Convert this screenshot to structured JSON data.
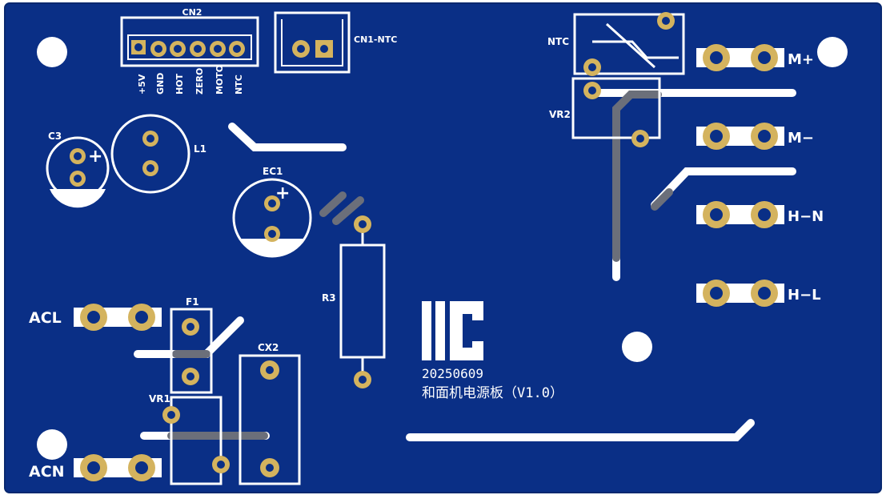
{
  "colors": {
    "board": "#0a2f86",
    "silk": "#ffffff",
    "pad": "#d4b35e",
    "trace_grey": "#6b6f7a"
  },
  "labels": {
    "cn2": "CN2",
    "cn2_pins": [
      "+5V",
      "GND",
      "HOT",
      "ZERO",
      "MOTO",
      "NTC"
    ],
    "cn1": "CN1-NTC",
    "ntc": "NTC",
    "vr2": "VR2",
    "c3": "C3",
    "l1": "L1",
    "ec1": "EC1",
    "r3": "R3",
    "f1": "F1",
    "cx2": "CX2",
    "vr1": "VR1",
    "acl": "ACL",
    "acn": "ACN",
    "m_plus": "M+",
    "m_minus": "M−",
    "h_n": "H−N",
    "h_l": "H−L",
    "plus_mark": "+",
    "minus_mark": "−",
    "date_code": "20250609",
    "board_name": "和面机电源板（V1.0）"
  },
  "icons": {
    "logo": "ic-logo-icon"
  }
}
